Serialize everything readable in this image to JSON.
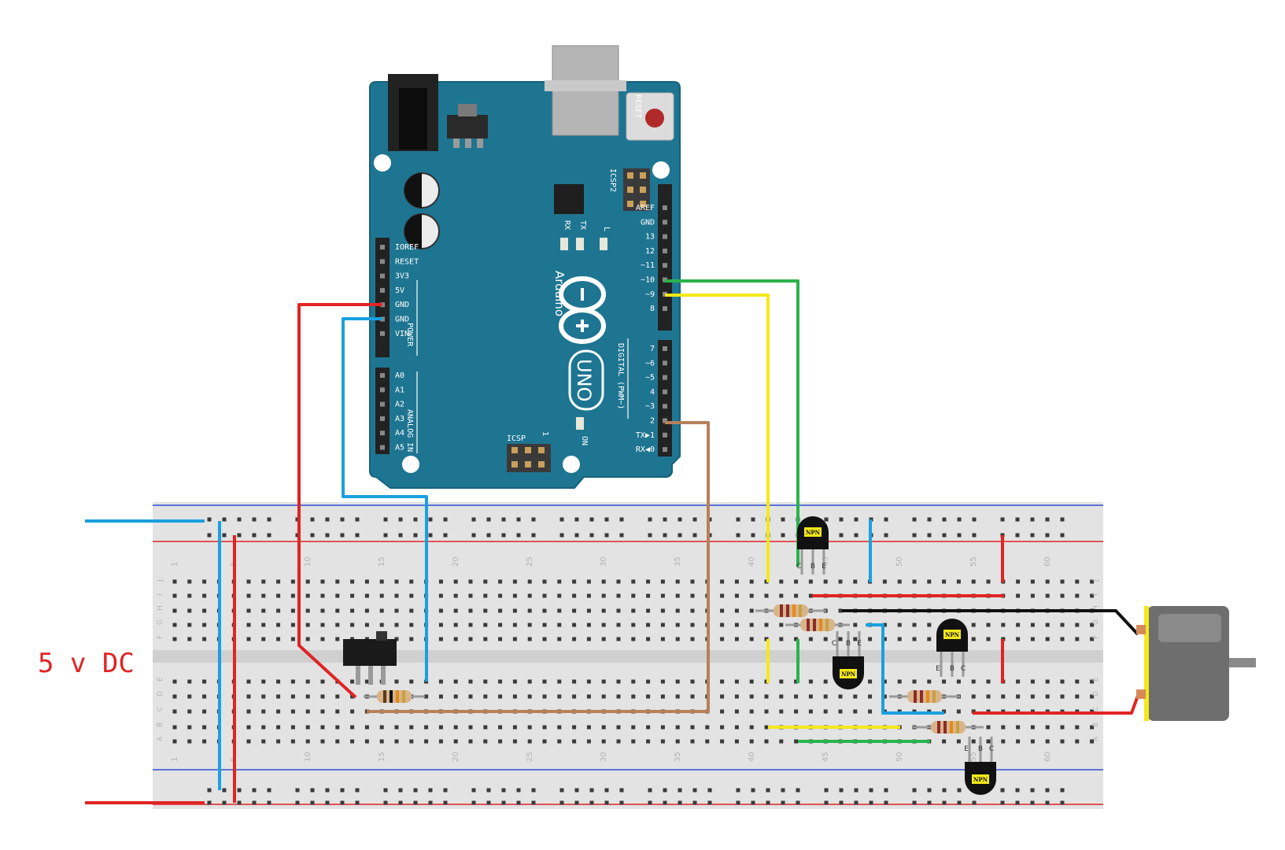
{
  "power_label": "5 v DC",
  "arduino": {
    "brand": "Arduino",
    "model": "UNO",
    "reset": "RESET",
    "icsp2": "ICSP2",
    "icsp": "ICSP",
    "icsp_pin1": "1",
    "led_l": "L",
    "led_tx": "TX",
    "led_rx": "RX",
    "led_on": "ON",
    "digital_label": "DIGITAL (PWM~)",
    "power_group": "POWER",
    "analog_group": "ANALOG IN",
    "power_pins": [
      "IOREF",
      "RESET",
      "3V3",
      "5V",
      "GND",
      "GND",
      "VIN"
    ],
    "analog_pins": [
      "A0",
      "A1",
      "A2",
      "A3",
      "A4",
      "A5"
    ],
    "digital_pins_top": [
      "AREF",
      "GND",
      "13",
      "12",
      "~11",
      "~10",
      "~9",
      "8"
    ],
    "digital_pins_bottom": [
      "7",
      "~6",
      "~5",
      "4",
      "~3",
      "2",
      "TX▶1",
      "RX◀0"
    ]
  },
  "breadboard": {
    "column_numbers": [
      "1",
      "5",
      "10",
      "15",
      "20",
      "25",
      "30",
      "35",
      "40",
      "45",
      "50",
      "55",
      "60"
    ],
    "top_rows": [
      "J",
      "I",
      "H",
      "G",
      "F"
    ],
    "bottom_rows": [
      "E",
      "D",
      "C",
      "B",
      "A"
    ]
  },
  "transistors": [
    {
      "label": "NPN",
      "pins": [
        "C",
        "B",
        "E"
      ]
    },
    {
      "label": "NPN",
      "pins": [
        "C",
        "B",
        "E"
      ]
    },
    {
      "label": "NPN",
      "pins": [
        "E",
        "B",
        "C"
      ]
    },
    {
      "label": "NPN",
      "pins": [
        "E",
        "B",
        "C"
      ]
    }
  ],
  "colors": {
    "board": "#1e7591",
    "board_edge": "#15627a",
    "breadboard": "#e3e3e3",
    "rail_red": "#e02424",
    "rail_blue": "#3050d8",
    "wire_red": "#e02424",
    "wire_blue": "#1aa0e0",
    "wire_green": "#2bb24c",
    "wire_yellow": "#f4e81a",
    "wire_brown": "#b8805a",
    "wire_black": "#111111",
    "motor": "#6e6e6e",
    "resistor": "#d9b48a"
  }
}
